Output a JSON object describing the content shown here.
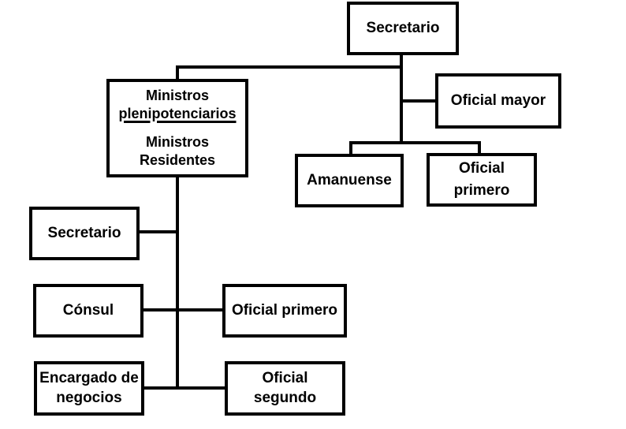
{
  "diagram": {
    "type": "org-chart",
    "background_color": "#ffffff",
    "line_color": "#000000",
    "box_border_color": "#000000",
    "box_fill_color": "#ffffff",
    "text_color": "#000000",
    "nodes": {
      "secretario_top": {
        "label": "Secretario"
      },
      "ministros": {
        "line1": "Ministros",
        "line2": "plenipotenciarios",
        "line2_underlined": true,
        "line3": "Ministros",
        "line4": "Residentes"
      },
      "oficial_mayor": {
        "label": "Oficial mayor"
      },
      "amanuense": {
        "label": "Amanuense"
      },
      "oficial_primero_sup": {
        "line1": "Oficial",
        "line2": "primero"
      },
      "secretario_izq": {
        "label": "Secretario"
      },
      "consul": {
        "label": "Cónsul"
      },
      "oficial_primero_inf": {
        "label": "Oficial primero"
      },
      "encargado_negocios": {
        "line1": "Encargado de",
        "line2": "negocios"
      },
      "oficial_segundo": {
        "line1": "Oficial",
        "line2": "segundo"
      }
    },
    "edges": [
      {
        "from": "Secretario",
        "to": "Ministros plenipotenciarios / Ministros Residentes"
      },
      {
        "from": "Secretario",
        "to": "Oficial mayor"
      },
      {
        "from": "Secretario",
        "to": "Amanuense"
      },
      {
        "from": "Secretario",
        "to": "Oficial primero"
      },
      {
        "from": "Ministros plenipotenciarios / Ministros Residentes",
        "to": "Secretario"
      },
      {
        "from": "Ministros plenipotenciarios / Ministros Residentes",
        "to": "Cónsul"
      },
      {
        "from": "Ministros plenipotenciarios / Ministros Residentes",
        "to": "Encargado de negocios"
      },
      {
        "from": "Cónsul",
        "to": "Oficial primero"
      },
      {
        "from": "Encargado de negocios",
        "to": "Oficial segundo"
      }
    ]
  }
}
